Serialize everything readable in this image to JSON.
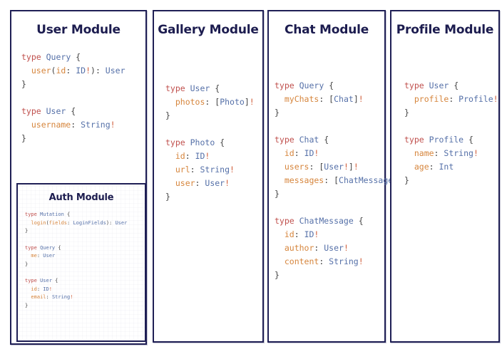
{
  "theme": {
    "background": "#ffffff",
    "border": "#1f1f55",
    "title_color": "#1c1c4f",
    "keyword_color": "#c0504d",
    "typename_color": "#5570a8",
    "field_color": "#d6853c",
    "type_color": "#5570a8",
    "bang_color": "#d1603d",
    "punctuation_color": "#444444"
  },
  "modules": [
    {
      "id": "user",
      "title": "User Module",
      "blocks": [
        {
          "lines": [
            [
              {
                "t": "type ",
                "c": "kw"
              },
              {
                "t": "Query",
                "c": "tname"
              },
              {
                "t": " {",
                "c": "punc"
              }
            ],
            [
              {
                "t": "user",
                "c": "fld"
              },
              {
                "t": "(",
                "c": "punc"
              },
              {
                "t": "id",
                "c": "fld"
              },
              {
                "t": ": ",
                "c": "punc"
              },
              {
                "t": "ID",
                "c": "ty"
              },
              {
                "t": "!",
                "c": "bang"
              },
              {
                "t": ")",
                "c": "punc"
              },
              {
                "t": ": ",
                "c": "punc"
              },
              {
                "t": "User",
                "c": "ty"
              }
            ],
            [
              {
                "t": "}",
                "c": "punc"
              }
            ]
          ],
          "indent": [
            0,
            1,
            0
          ]
        },
        {
          "lines": [
            [
              {
                "t": "type ",
                "c": "kw"
              },
              {
                "t": "User",
                "c": "tname"
              },
              {
                "t": " {",
                "c": "punc"
              }
            ],
            [
              {
                "t": "username",
                "c": "fld"
              },
              {
                "t": ": ",
                "c": "punc"
              },
              {
                "t": "String",
                "c": "ty"
              },
              {
                "t": "!",
                "c": "bang"
              }
            ],
            [
              {
                "t": "}",
                "c": "punc"
              }
            ]
          ],
          "indent": [
            0,
            1,
            0
          ]
        }
      ],
      "nested": {
        "id": "auth",
        "title": "Auth Module",
        "blocks": [
          {
            "lines": [
              [
                {
                  "t": "type ",
                  "c": "kw"
                },
                {
                  "t": "Mutation",
                  "c": "tname"
                },
                {
                  "t": " {",
                  "c": "punc"
                }
              ],
              [
                {
                  "t": "login",
                  "c": "fld"
                },
                {
                  "t": "(",
                  "c": "punc"
                },
                {
                  "t": "fields",
                  "c": "fld"
                },
                {
                  "t": ": ",
                  "c": "punc"
                },
                {
                  "t": "LoginFields",
                  "c": "ty"
                },
                {
                  "t": ")",
                  "c": "punc"
                },
                {
                  "t": ": ",
                  "c": "punc"
                },
                {
                  "t": "User",
                  "c": "ty"
                }
              ],
              [
                {
                  "t": "}",
                  "c": "punc"
                }
              ]
            ],
            "indent": [
              0,
              1,
              0
            ]
          },
          {
            "lines": [
              [
                {
                  "t": "type ",
                  "c": "kw"
                },
                {
                  "t": "Query",
                  "c": "tname"
                },
                {
                  "t": " {",
                  "c": "punc"
                }
              ],
              [
                {
                  "t": "me",
                  "c": "fld"
                },
                {
                  "t": ": ",
                  "c": "punc"
                },
                {
                  "t": "User",
                  "c": "ty"
                }
              ],
              [
                {
                  "t": "}",
                  "c": "punc"
                }
              ]
            ],
            "indent": [
              0,
              1,
              0
            ]
          },
          {
            "lines": [
              [
                {
                  "t": "type ",
                  "c": "kw"
                },
                {
                  "t": "User",
                  "c": "tname"
                },
                {
                  "t": " {",
                  "c": "punc"
                }
              ],
              [
                {
                  "t": "id",
                  "c": "fld"
                },
                {
                  "t": ": ",
                  "c": "punc"
                },
                {
                  "t": "ID",
                  "c": "ty"
                },
                {
                  "t": "!",
                  "c": "bang"
                }
              ],
              [
                {
                  "t": "email",
                  "c": "fld"
                },
                {
                  "t": ": ",
                  "c": "punc"
                },
                {
                  "t": "String",
                  "c": "ty"
                },
                {
                  "t": "!",
                  "c": "bang"
                }
              ],
              [
                {
                  "t": "}",
                  "c": "punc"
                }
              ]
            ],
            "indent": [
              0,
              1,
              1,
              0
            ]
          }
        ]
      }
    },
    {
      "id": "gallery",
      "title": "Gallery Module",
      "blocks": [
        {
          "lines": [
            [
              {
                "t": "type ",
                "c": "kw"
              },
              {
                "t": "User",
                "c": "tname"
              },
              {
                "t": " {",
                "c": "punc"
              }
            ],
            [
              {
                "t": "photos",
                "c": "fld"
              },
              {
                "t": ": ",
                "c": "punc"
              },
              {
                "t": "[",
                "c": "punc"
              },
              {
                "t": "Photo",
                "c": "ty"
              },
              {
                "t": "]",
                "c": "punc"
              },
              {
                "t": "!",
                "c": "bang"
              }
            ],
            [
              {
                "t": "}",
                "c": "punc"
              }
            ]
          ],
          "indent": [
            0,
            1,
            0
          ]
        },
        {
          "lines": [
            [
              {
                "t": "type ",
                "c": "kw"
              },
              {
                "t": "Photo",
                "c": "tname"
              },
              {
                "t": " {",
                "c": "punc"
              }
            ],
            [
              {
                "t": "id",
                "c": "fld"
              },
              {
                "t": ": ",
                "c": "punc"
              },
              {
                "t": "ID",
                "c": "ty"
              },
              {
                "t": "!",
                "c": "bang"
              }
            ],
            [
              {
                "t": "url",
                "c": "fld"
              },
              {
                "t": ": ",
                "c": "punc"
              },
              {
                "t": "String",
                "c": "ty"
              },
              {
                "t": "!",
                "c": "bang"
              }
            ],
            [
              {
                "t": "user",
                "c": "fld"
              },
              {
                "t": ": ",
                "c": "punc"
              },
              {
                "t": "User",
                "c": "ty"
              },
              {
                "t": "!",
                "c": "bang"
              }
            ],
            [
              {
                "t": "}",
                "c": "punc"
              }
            ]
          ],
          "indent": [
            0,
            1,
            1,
            1,
            0
          ]
        }
      ]
    },
    {
      "id": "chat",
      "title": "Chat Module",
      "blocks": [
        {
          "lines": [
            [
              {
                "t": "type ",
                "c": "kw"
              },
              {
                "t": "Query",
                "c": "tname"
              },
              {
                "t": " {",
                "c": "punc"
              }
            ],
            [
              {
                "t": "myChats",
                "c": "fld"
              },
              {
                "t": ": ",
                "c": "punc"
              },
              {
                "t": "[",
                "c": "punc"
              },
              {
                "t": "Chat",
                "c": "ty"
              },
              {
                "t": "]",
                "c": "punc"
              },
              {
                "t": "!",
                "c": "bang"
              }
            ],
            [
              {
                "t": "}",
                "c": "punc"
              }
            ]
          ],
          "indent": [
            0,
            1,
            0
          ]
        },
        {
          "lines": [
            [
              {
                "t": "type ",
                "c": "kw"
              },
              {
                "t": "Chat",
                "c": "tname"
              },
              {
                "t": " {",
                "c": "punc"
              }
            ],
            [
              {
                "t": "id",
                "c": "fld"
              },
              {
                "t": ": ",
                "c": "punc"
              },
              {
                "t": "ID",
                "c": "ty"
              },
              {
                "t": "!",
                "c": "bang"
              }
            ],
            [
              {
                "t": "users",
                "c": "fld"
              },
              {
                "t": ": ",
                "c": "punc"
              },
              {
                "t": "[",
                "c": "punc"
              },
              {
                "t": "User",
                "c": "ty"
              },
              {
                "t": "!",
                "c": "bang"
              },
              {
                "t": "]",
                "c": "punc"
              },
              {
                "t": "!",
                "c": "bang"
              }
            ],
            [
              {
                "t": "messages",
                "c": "fld"
              },
              {
                "t": ": ",
                "c": "punc"
              },
              {
                "t": "[",
                "c": "punc"
              },
              {
                "t": "ChatMessage",
                "c": "ty"
              },
              {
                "t": "]",
                "c": "punc"
              },
              {
                "t": "!",
                "c": "bang"
              }
            ],
            [
              {
                "t": "}",
                "c": "punc"
              }
            ]
          ],
          "indent": [
            0,
            1,
            1,
            1,
            0
          ]
        },
        {
          "lines": [
            [
              {
                "t": "type ",
                "c": "kw"
              },
              {
                "t": "ChatMessage",
                "c": "tname"
              },
              {
                "t": " {",
                "c": "punc"
              }
            ],
            [
              {
                "t": "id",
                "c": "fld"
              },
              {
                "t": ": ",
                "c": "punc"
              },
              {
                "t": "ID",
                "c": "ty"
              },
              {
                "t": "!",
                "c": "bang"
              }
            ],
            [
              {
                "t": "author",
                "c": "fld"
              },
              {
                "t": ": ",
                "c": "punc"
              },
              {
                "t": "User",
                "c": "ty"
              },
              {
                "t": "!",
                "c": "bang"
              }
            ],
            [
              {
                "t": "content",
                "c": "fld"
              },
              {
                "t": ": ",
                "c": "punc"
              },
              {
                "t": "String",
                "c": "ty"
              },
              {
                "t": "!",
                "c": "bang"
              }
            ],
            [
              {
                "t": "}",
                "c": "punc"
              }
            ]
          ],
          "indent": [
            0,
            1,
            1,
            1,
            0
          ]
        }
      ]
    },
    {
      "id": "profile",
      "title": "Profile Module",
      "blocks": [
        {
          "lines": [
            [
              {
                "t": "type ",
                "c": "kw"
              },
              {
                "t": "User",
                "c": "tname"
              },
              {
                "t": " {",
                "c": "punc"
              }
            ],
            [
              {
                "t": "profile",
                "c": "fld"
              },
              {
                "t": ": ",
                "c": "punc"
              },
              {
                "t": "Profile",
                "c": "ty"
              },
              {
                "t": "!",
                "c": "bang"
              }
            ],
            [
              {
                "t": "}",
                "c": "punc"
              }
            ]
          ],
          "indent": [
            0,
            1,
            0
          ]
        },
        {
          "lines": [
            [
              {
                "t": "type ",
                "c": "kw"
              },
              {
                "t": "Profile",
                "c": "tname"
              },
              {
                "t": " {",
                "c": "punc"
              }
            ],
            [
              {
                "t": "name",
                "c": "fld"
              },
              {
                "t": ": ",
                "c": "punc"
              },
              {
                "t": "String",
                "c": "ty"
              },
              {
                "t": "!",
                "c": "bang"
              }
            ],
            [
              {
                "t": "age",
                "c": "fld"
              },
              {
                "t": ": ",
                "c": "punc"
              },
              {
                "t": "Int",
                "c": "ty"
              }
            ],
            [
              {
                "t": "}",
                "c": "punc"
              }
            ]
          ],
          "indent": [
            0,
            1,
            1,
            0
          ]
        }
      ]
    }
  ]
}
